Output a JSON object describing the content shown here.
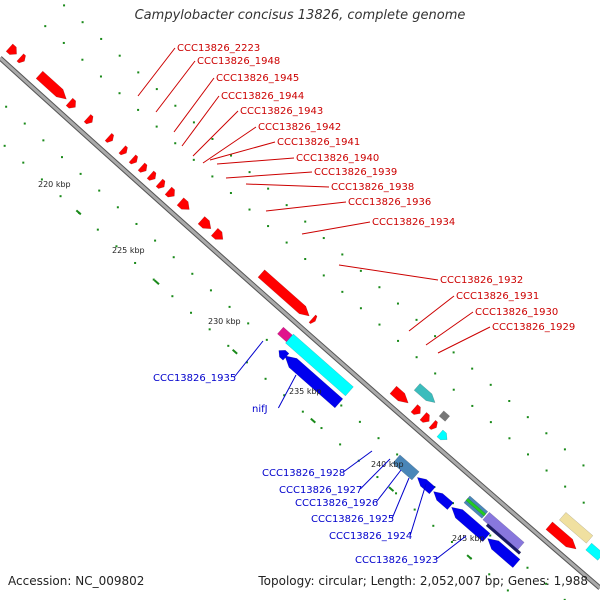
{
  "title": "Campylobacter concisus 13826, complete genome",
  "accession": "Accession: NC_009802",
  "topology": "Topology: circular; Length: 2,052,007 bp; Genes: 1,988",
  "scale": [
    {
      "text": "220 kbp"
    },
    {
      "text": "225 kbp"
    },
    {
      "text": "230 kbp"
    },
    {
      "text": "235 kbp"
    },
    {
      "text": "240 kbp"
    },
    {
      "text": "245 kbp"
    }
  ],
  "genes_forward": [
    {
      "text": "CCC13826_2223"
    },
    {
      "text": "CCC13826_1948"
    },
    {
      "text": "CCC13826_1945"
    },
    {
      "text": "CCC13826_1944"
    },
    {
      "text": "CCC13826_1943"
    },
    {
      "text": "CCC13826_1942"
    },
    {
      "text": "CCC13826_1941"
    },
    {
      "text": "CCC13826_1940"
    },
    {
      "text": "CCC13826_1939"
    },
    {
      "text": "CCC13826_1938"
    },
    {
      "text": "CCC13826_1936"
    },
    {
      "text": "CCC13826_1934"
    },
    {
      "text": "CCC13826_1932"
    },
    {
      "text": "CCC13826_1931"
    },
    {
      "text": "CCC13826_1930"
    },
    {
      "text": "CCC13826_1929"
    }
  ],
  "genes_reverse": [
    {
      "text": "CCC13826_1935"
    },
    {
      "text": "nifJ"
    },
    {
      "text": "CCC13826_1928"
    },
    {
      "text": "CCC13826_1927"
    },
    {
      "text": "CCC13826_1926"
    },
    {
      "text": "CCC13826_1925"
    },
    {
      "text": "CCC13826_1924"
    },
    {
      "text": "CCC13826_1923"
    }
  ],
  "colors": {
    "forward_cds": "#ff0000",
    "reverse_cds": "#0000ee",
    "backbone": "#888888",
    "tick": "#1a8a1a",
    "forward_label": "#cc0000",
    "reverse_label": "#0000cc",
    "cyan_feature": "#00ffff",
    "teal_feature": "#3bbcbc",
    "steel_feature": "#4a86b8",
    "purple_feature": "#8877dd",
    "magenta_feature": "#e0148c",
    "green_feature": "#22cc22",
    "khaki_feature": "#f0e0a0",
    "gray_feature": "#777777"
  }
}
